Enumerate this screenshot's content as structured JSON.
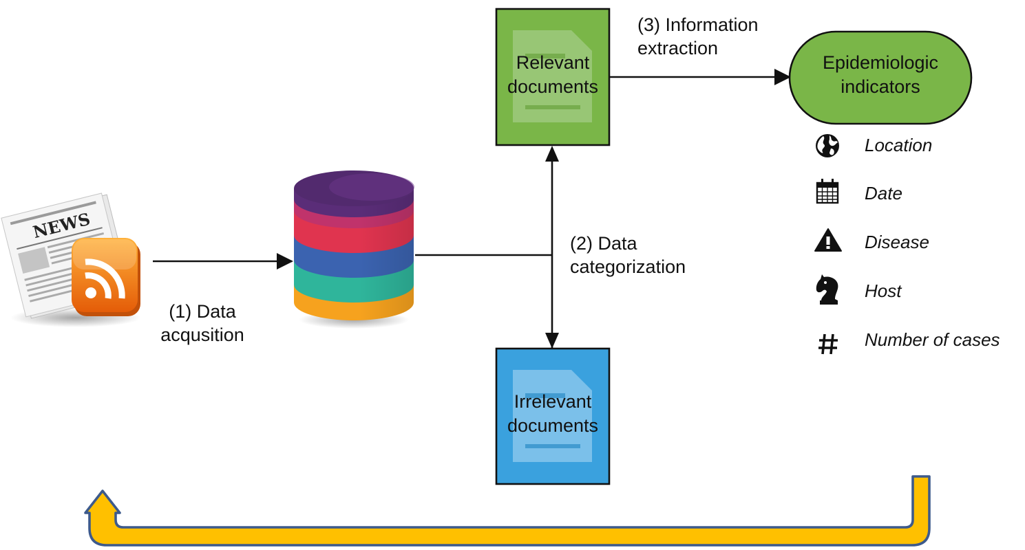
{
  "steps": {
    "acquisition": [
      "(1) Data",
      "acqusition"
    ],
    "categorization": [
      "(2) Data",
      "categorization"
    ],
    "extraction": [
      "(3) Information",
      "extraction"
    ]
  },
  "boxes": {
    "relevant": [
      "Relevant",
      "documents"
    ],
    "irrelevant": [
      "Irrelevant",
      "documents"
    ],
    "indicators": [
      "Epidemiologic",
      "indicators"
    ]
  },
  "source_icon": {
    "newspaper_headline": "NEWS"
  },
  "legend": [
    {
      "icon": "globe-icon",
      "label": "Location"
    },
    {
      "icon": "calendar-icon",
      "label": "Date"
    },
    {
      "icon": "warning-icon",
      "label": "Disease"
    },
    {
      "icon": "knight-icon",
      "label": "Host"
    },
    {
      "icon": "hash-icon",
      "label": "Number of cases"
    }
  ],
  "colors": {
    "relevant_box": "#7ab648",
    "irrelevant_box": "#3aa1de",
    "indicators_pill": "#7ab648",
    "feedback_arrow_fill": "#ffc000",
    "feedback_arrow_stroke": "#3d5a8c",
    "db_layers": [
      "#522a6e",
      "#c0336b",
      "#3b63b0",
      "#2fb59b",
      "#f6a21e"
    ]
  }
}
